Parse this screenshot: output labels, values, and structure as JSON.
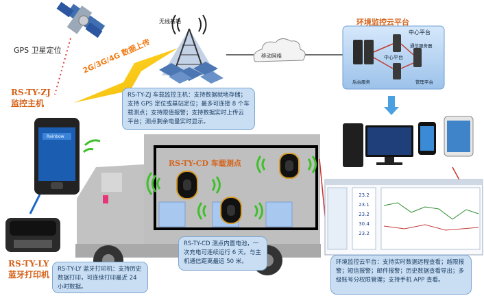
{
  "gps": {
    "label": "GPS 卫星定位"
  },
  "tower": {
    "label": "无线基站"
  },
  "network": {
    "label": "移动网络"
  },
  "uplink": {
    "label": "2G/3G/4G 数据上传"
  },
  "cloud": {
    "title": "环境监控云平台",
    "center_label": "中心平台",
    "center_node": "中心平台",
    "comm_server": "通信服务器",
    "backend": "后台服务",
    "mgmt": "管理平台"
  },
  "host": {
    "title_line1": "RS-TY-ZJ",
    "title_line2": "监控主机",
    "desc": "RS-TY-ZJ 车载监控主机：支持数据就地存储；支持 GPS 定位或基站定位；最多可连接 8 个车载测点；支持限值报警；支持数据实时上传云平台；测点剩余电量实时显示。"
  },
  "sensor": {
    "title": "RS-TY-CD 车载测点",
    "desc": "RS-TY-CD 测点内置电池，一次充电可连续运行 6 天。与主机通信距离最远 50 米。"
  },
  "printer": {
    "title_line1": "RS-TY-LY",
    "title_line2": "蓝牙打印机",
    "desc": "RS-TY-LY 蓝牙打印机：支持历史数据打印，可连续打印最近 24 小时数据。"
  },
  "platform": {
    "desc": "环境监控云平台：支持实时数据远程查看；越限报警；短信报警；邮件报警；历史数据查看导出；多级账号分权限管理；支持手机 APP 查看。"
  },
  "phone": {
    "brand": "Rainbow",
    "name": "Rainbow"
  },
  "screen": {
    "values": [
      "23.2",
      "23.1",
      "23.2",
      "30.4",
      "23.2"
    ]
  },
  "colors": {
    "accent_orange": "#d4631a",
    "bubble_fill": "#c9def3",
    "bubble_text": "#1c3d63",
    "wave_green": "#3fbf2c"
  }
}
